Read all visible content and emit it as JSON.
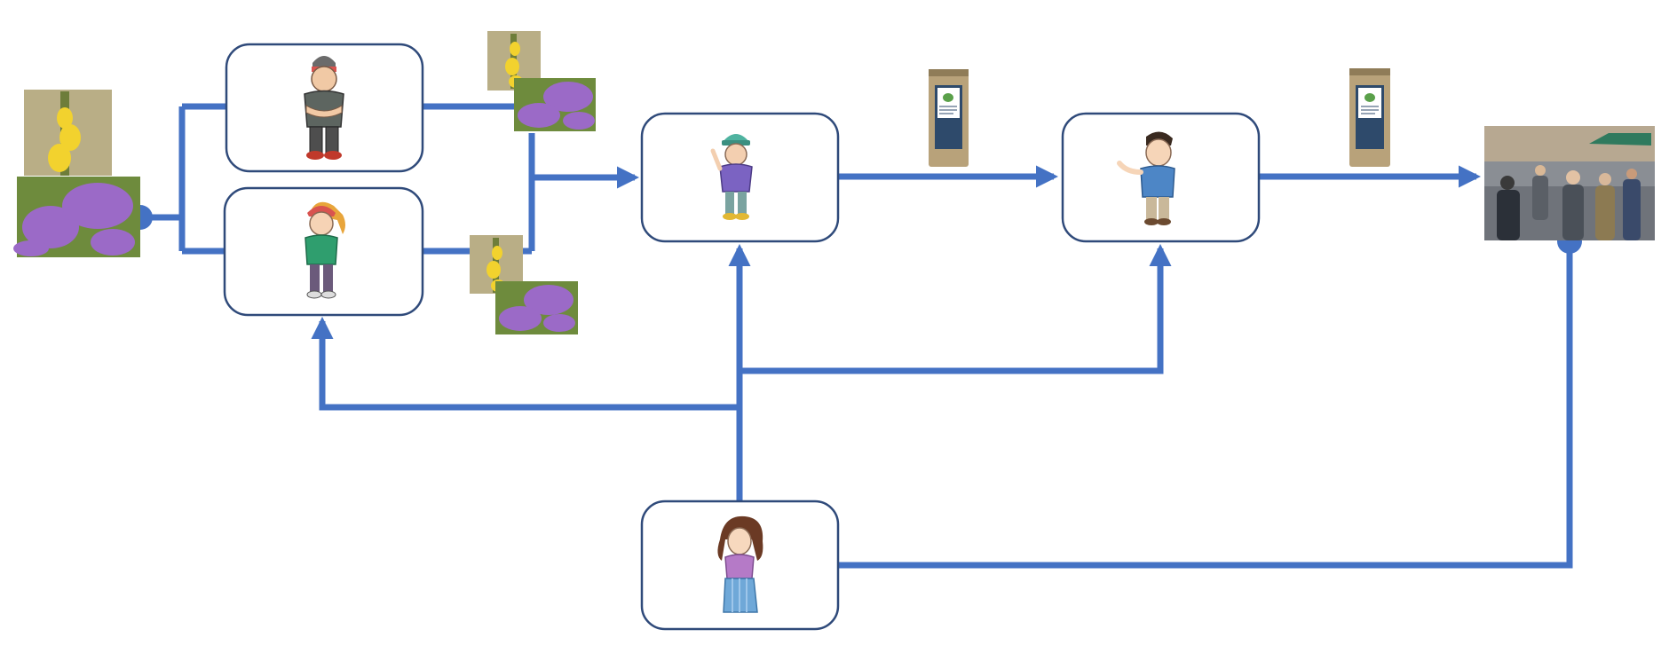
{
  "colors": {
    "connector": "#4472C4",
    "box_border": "#2F4A7A",
    "box_fill": "#FFFFFF",
    "flower_yellow": "#F2D22E",
    "flower_purple": "#9B6AC7",
    "foliage_green": "#6E8B3D",
    "tea_bag": "#B8A27A",
    "tea_label": "#2E4A6B"
  },
  "nodes": [
    {
      "id": "harvester-male",
      "icon": "character-man-arms-crossed-icon"
    },
    {
      "id": "harvester-female",
      "icon": "character-woman-green-hoodie-icon"
    },
    {
      "id": "processor",
      "icon": "character-woman-beanie-icon"
    },
    {
      "id": "seller",
      "icon": "character-man-blue-shirt-icon"
    },
    {
      "id": "coordinator",
      "icon": "character-woman-purple-top-icon"
    }
  ],
  "images": [
    {
      "id": "raw-plants",
      "icon": "mullein-and-thyme-flowers-image"
    },
    {
      "id": "plants-from-male",
      "icon": "mullein-and-thyme-flowers-image"
    },
    {
      "id": "plants-from-female",
      "icon": "mullein-and-thyme-flowers-image"
    },
    {
      "id": "tea-package-1",
      "icon": "herbal-tea-package-image"
    },
    {
      "id": "tea-package-2",
      "icon": "herbal-tea-package-image"
    },
    {
      "id": "consumers",
      "icon": "street-crowd-image"
    }
  ]
}
